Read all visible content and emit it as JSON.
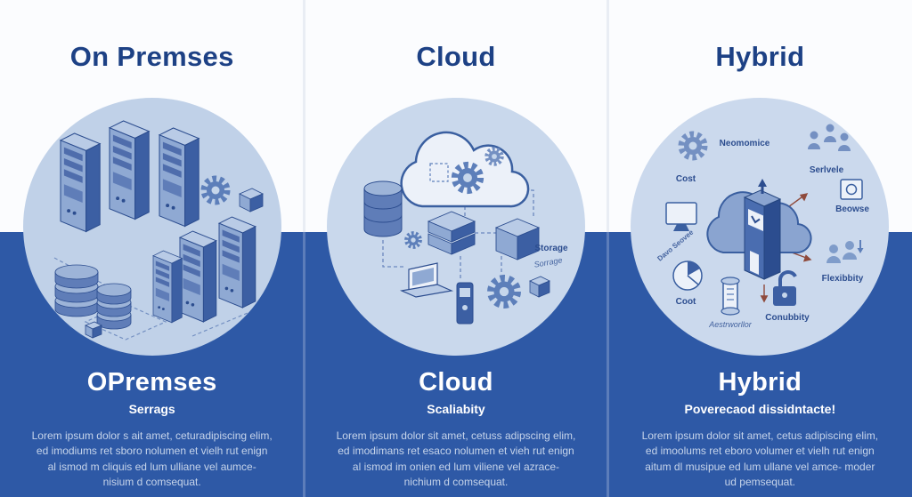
{
  "colors": {
    "background_top": "#fbfcfe",
    "background_bottom": "#2e59a6",
    "title_navy": "#1d4185",
    "circle_fill": "#c6d6eb",
    "illustration_dark": "#3c5fa3",
    "illustration_mid": "#7e9bcb",
    "illustration_light": "#b9cbe6",
    "heading_text": "#ffffff",
    "body_text": "#c6d4ea",
    "arrow_red": "#8f4a3c"
  },
  "columns": [
    {
      "id": "on-premises",
      "top_title": "On Premses",
      "heading": "OPremses",
      "subheading": "Serrags",
      "body": "Lorem ipsum dolor s ait amet, ceturadipiscing elim, ed imodiums ret sboro nolumen et vielh rut enign al ismod m cliquis ed lum ulliane vel aumce- nisium d comsequat.",
      "labels": []
    },
    {
      "id": "cloud",
      "top_title": "Cloud",
      "heading": "Cloud",
      "subheading": "Scaliabity",
      "body": "Lorem ipsum dolor sit amet, cetuss adipscing elim, ed imodimans ret esaco nolumen et vieh rut enign al ismod im onien ed lum viliene vel azrace- nichium d comsequat.",
      "labels": [
        {
          "text": "Storage"
        },
        {
          "text": "Sorrage"
        }
      ]
    },
    {
      "id": "hybrid",
      "top_title": "Hybrid",
      "heading": "Hybrid",
      "subheading": "Poverecaod dissidntacte!",
      "body": "Lorem ipsum dolor sit amet, cetus adipiscing elim, ed imoolums ret eboro volumer et vielh rut enign aitum dl musipue ed lum ullane vel amce- moder ud pemsequat.",
      "labels": [
        {
          "text": "Neomomice"
        },
        {
          "text": "Cost"
        },
        {
          "text": "Serlvele"
        },
        {
          "text": "Beowse"
        },
        {
          "text": "Davo Seovee"
        },
        {
          "text": "Coot"
        },
        {
          "text": "Aestrworllor"
        },
        {
          "text": "Conubbity"
        },
        {
          "text": "Flexibbity"
        }
      ]
    }
  ]
}
